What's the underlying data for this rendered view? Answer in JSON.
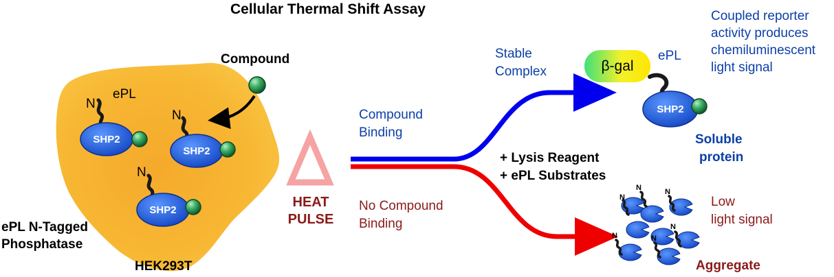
{
  "title": "Cellular Thermal Shift Assay",
  "cell": {
    "compound_label": "Compound",
    "tag_label": "ePL",
    "n_terminus": "N",
    "protein": "SHP2",
    "caption_line1": "ePL N-Tagged",
    "caption_line2": "Phosphatase",
    "cell_line": "HEK293T"
  },
  "heat": {
    "symbol": "Δ",
    "line1": "HEAT",
    "line2": "PULSE"
  },
  "paths": {
    "bound_line1": "Compound",
    "bound_line2": "Binding",
    "unbound_line1": "No Compound",
    "unbound_line2": "Binding",
    "reagent_line1": "+ Lysis Reagent",
    "reagent_line2": "+ ePL Substrates"
  },
  "stable": {
    "label_line1": "Stable",
    "label_line2": "Complex",
    "enzyme": "β-gal",
    "tag": "ePL",
    "protein": "SHP2",
    "result_line1": "Soluble",
    "result_line2": "protein",
    "note_line1": "Coupled reporter",
    "note_line2": "activity produces",
    "note_line3": "chemiluminescent",
    "note_line4": "light signal"
  },
  "aggregate": {
    "n_terminus": "N",
    "signal_line1": "Low",
    "signal_line2": "light signal",
    "result": "Aggregate"
  },
  "colors": {
    "cell": "#f7b733",
    "protein": "#1f5fd6",
    "compound": "#2e9e57",
    "bound_arrow": "#0000ee",
    "unbound_arrow": "#ee0000",
    "heat": "#f5a3a3",
    "heat_text": "#8b1a1a"
  }
}
